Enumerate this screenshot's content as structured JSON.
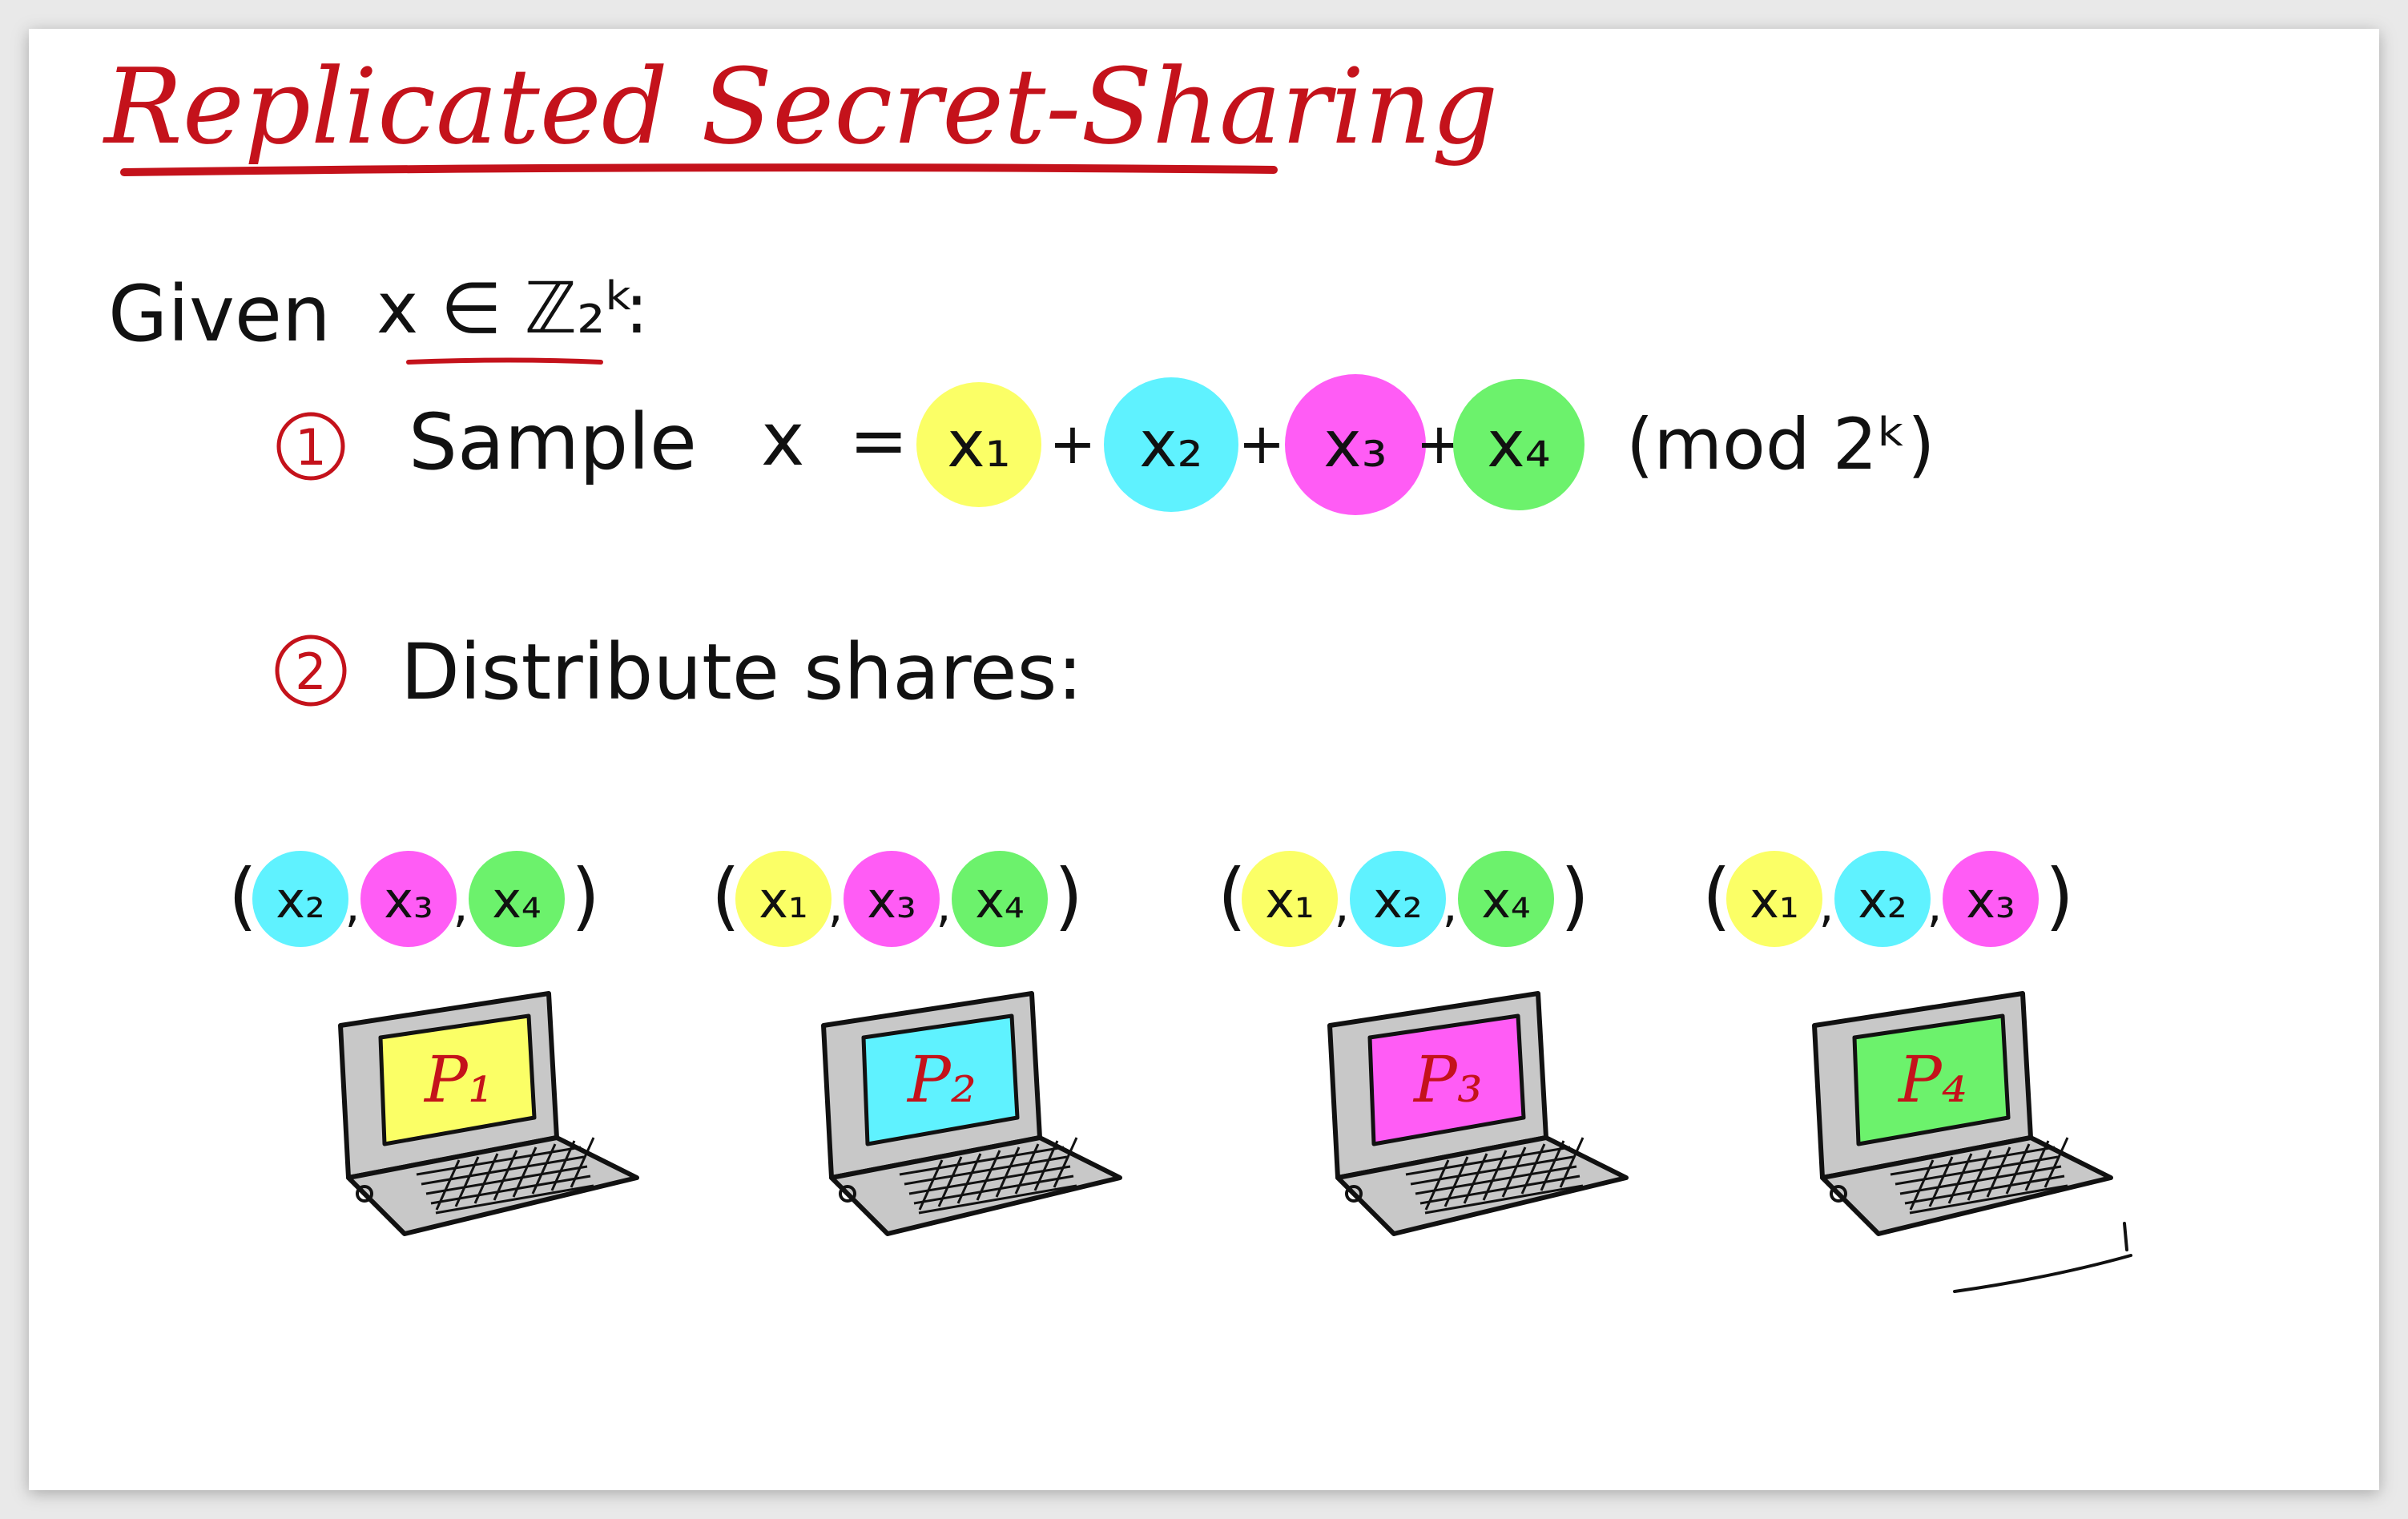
{
  "title": "Replicated Secret-Sharing",
  "given": {
    "prefix": "Given",
    "expr": "x ∈ ℤ₂ᵏ",
    "colon": ":"
  },
  "steps": [
    {
      "number": "1",
      "label": "Sample"
    },
    {
      "number": "2",
      "label": "Distribute shares:"
    }
  ],
  "equation": {
    "lhs": "x",
    "equals": "=",
    "terms": [
      {
        "text": "x₁",
        "color": "#fbff66"
      },
      {
        "text": "x₂",
        "color": "#5ff2ff"
      },
      {
        "text": "x₃",
        "color": "#ff5cf5"
      },
      {
        "text": "x₄",
        "color": "#6cf26c"
      }
    ],
    "plus": "+",
    "mod": "(mod 2ᵏ)"
  },
  "parties": [
    {
      "label": "P₁",
      "color": "#fbff66",
      "shares": [
        {
          "text": "x₂",
          "color": "#5ff2ff"
        },
        {
          "text": "x₃",
          "color": "#ff5cf5"
        },
        {
          "text": "x₄",
          "color": "#6cf26c"
        }
      ]
    },
    {
      "label": "P₂",
      "color": "#5ff2ff",
      "shares": [
        {
          "text": "x₁",
          "color": "#fbff66"
        },
        {
          "text": "x₃",
          "color": "#ff5cf5"
        },
        {
          "text": "x₄",
          "color": "#6cf26c"
        }
      ]
    },
    {
      "label": "P₃",
      "color": "#ff5cf5",
      "shares": [
        {
          "text": "x₁",
          "color": "#fbff66"
        },
        {
          "text": "x₂",
          "color": "#5ff2ff"
        },
        {
          "text": "x₄",
          "color": "#6cf26c"
        }
      ]
    },
    {
      "label": "P₄",
      "color": "#6cf26c",
      "shares": [
        {
          "text": "x₁",
          "color": "#fbff66"
        },
        {
          "text": "x₂",
          "color": "#5ff2ff"
        },
        {
          "text": "x₃",
          "color": "#ff5cf5"
        }
      ]
    }
  ],
  "colors": {
    "ink": "#111111",
    "red": "#c4121b",
    "paper": "#ffffff",
    "laptop": "#c8c8c8"
  }
}
